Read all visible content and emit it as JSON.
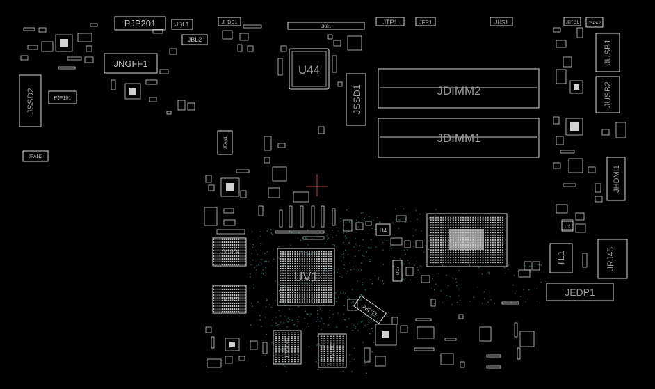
{
  "components": {
    "pjp201": "PJP201",
    "jbl1": "JBL1",
    "jbl2": "JBL2",
    "jhdd1": "JHDD1",
    "jkb1": "JKB1",
    "jtp1": "JTP1",
    "jfp1": "JFP1",
    "jhs1": "JHS1",
    "jrtc1": "JRTC1",
    "jspk2": "JSPK2",
    "jngff1": "JNGFF1",
    "u44": "U44",
    "jssd1": "JSSD1",
    "jssd2": "JSSD2",
    "pjp101": "PJP101",
    "jfan2": "JFAN2",
    "jfan1": "JFAN1",
    "jdimm2": "JDIMM2",
    "jdimm1": "JDIMM1",
    "jusb1": "JUSB1",
    "jusb2": "JUSB2",
    "jhdmi1": "JHDMI1",
    "uc1": "UC1",
    "u4": "U4",
    "tl1": "TL1",
    "jrj45": "JRJ45",
    "jedp1": "JEDP1",
    "uv1": "UV1",
    "uv1004": "UV1004",
    "uv1003": "UV1003",
    "uv1002": "UV1002",
    "uv1001": "UV1001",
    "jmdt1": "JMDT1",
    "uc7": "UC7",
    "u3": "U3"
  },
  "colors": {
    "background": "#000000",
    "outline": "#d8d8d8",
    "label": "#bdbdbd",
    "via": "#2a6f73",
    "cursor": "#c0404a"
  }
}
